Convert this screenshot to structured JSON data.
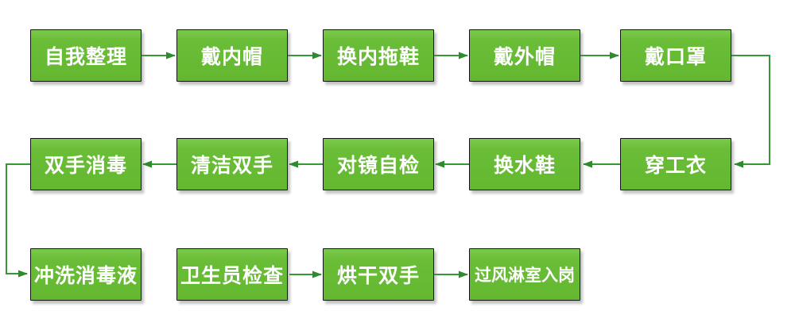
{
  "colors": {
    "node_fill": "#69bd36",
    "node_fill_top": "#7bc94b",
    "node_border": "#141414",
    "node_text": "#ffffff",
    "connector": "#339933",
    "shadow_gray": "#9e9e9e",
    "background": "#ffffff"
  },
  "flowchart": {
    "rows": [
      {
        "direction": "left-to-right",
        "nodes": [
          {
            "label": "自我整理"
          },
          {
            "label": "戴内帽"
          },
          {
            "label": "换内拖鞋"
          },
          {
            "label": "戴外帽"
          },
          {
            "label": "戴口罩"
          }
        ]
      },
      {
        "direction": "right-to-left",
        "nodes": [
          {
            "label": "双手消毒"
          },
          {
            "label": "清洁双手"
          },
          {
            "label": "对镜自检"
          },
          {
            "label": "换水鞋"
          },
          {
            "label": "穿工衣"
          }
        ]
      },
      {
        "direction": "left-to-right",
        "nodes": [
          {
            "label": "冲洗消毒液"
          },
          {
            "label": "卫生员检查"
          },
          {
            "label": "烘干双手"
          },
          {
            "label": "过风淋室入岗"
          }
        ]
      }
    ],
    "connections": [
      {
        "from": "自我整理",
        "to": "戴内帽",
        "type": "straight"
      },
      {
        "from": "戴内帽",
        "to": "换内拖鞋",
        "type": "straight"
      },
      {
        "from": "换内拖鞋",
        "to": "戴外帽",
        "type": "straight"
      },
      {
        "from": "戴外帽",
        "to": "戴口罩",
        "type": "straight"
      },
      {
        "from": "戴口罩",
        "to": "穿工衣",
        "type": "elbow-right-side"
      },
      {
        "from": "穿工衣",
        "to": "换水鞋",
        "type": "straight"
      },
      {
        "from": "换水鞋",
        "to": "对镜自检",
        "type": "straight"
      },
      {
        "from": "对镜自检",
        "to": "清洁双手",
        "type": "straight"
      },
      {
        "from": "清洁双手",
        "to": "双手消毒",
        "type": "straight"
      },
      {
        "from": "双手消毒",
        "to": "冲洗消毒液",
        "type": "elbow-left-side"
      },
      {
        "from": "卫生员检查",
        "to": "烘干双手",
        "type": "straight"
      },
      {
        "from": "烘干双手",
        "to": "过风淋室入岗",
        "type": "straight"
      }
    ]
  }
}
